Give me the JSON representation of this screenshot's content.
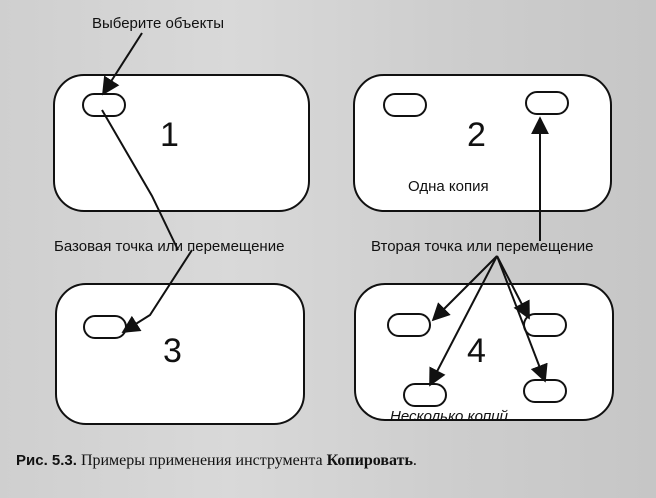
{
  "labels": {
    "select_objects": "Выберите объекты",
    "one_copy": "Одна копия",
    "base_point": "Базовая точка или перемещение",
    "second_point": "Вторая точка или перемещение",
    "multiple_copies": "Несколько копий"
  },
  "panels": [
    {
      "number": "1"
    },
    {
      "number": "2"
    },
    {
      "number": "3"
    },
    {
      "number": "4"
    }
  ],
  "caption": {
    "prefix": "Рис. 5.3.",
    "text": "Примеры применения инструмента ",
    "tool": "Копировать",
    "suffix": "."
  },
  "colors": {
    "ink": "#111111",
    "background": "#d2d2d2",
    "panel_fill": "#ffffff"
  }
}
